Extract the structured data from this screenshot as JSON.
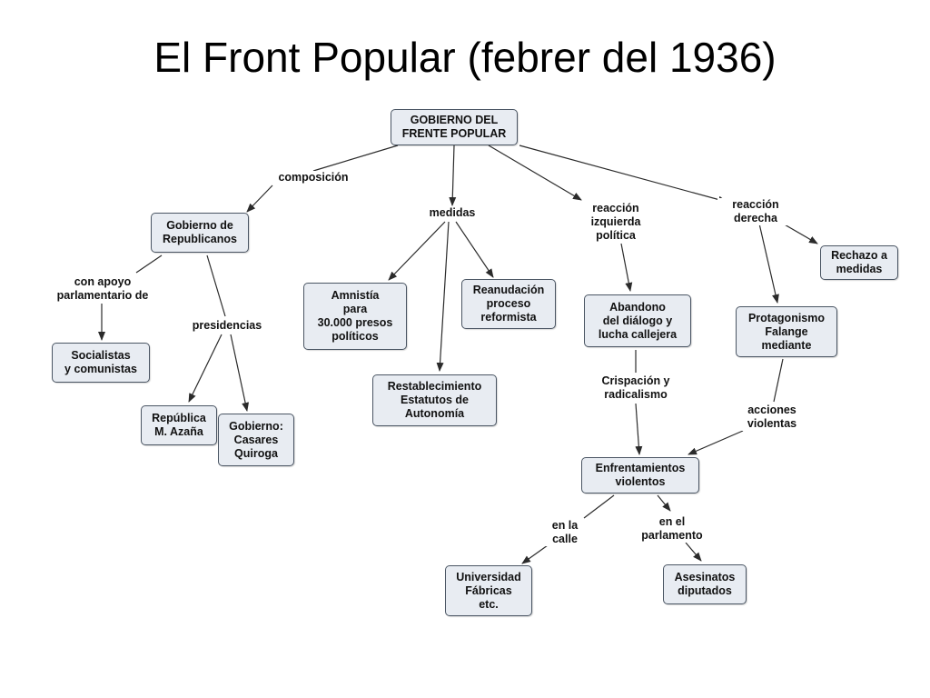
{
  "title": "El Front Popular (febrer del 1936)",
  "colors": {
    "node_fill": "#e8ecf2",
    "node_border": "#4a5563",
    "line": "#2b2b2b",
    "text": "#111111"
  },
  "nodes": {
    "gobierno_frente": "GOBIERNO DEL\nFRENTE POPULAR",
    "gobierno_republicanos": "Gobierno de\nRepublicanos",
    "socialistas_comunistas": "Socialistas\ny comunistas",
    "republica_azana": "República\nM. Azaña",
    "gobierno_casares": "Gobierno:\nCasares\nQuiroga",
    "amnistia": "Amnistía\npara\n30.000 presos\npolíticos",
    "restablecimiento": "Restablecimiento\nEstatutos de\nAutonomía",
    "reanudacion": "Reanudación\nproceso\nreformista",
    "abandono": "Abandono\ndel diálogo y\nlucha callejera",
    "protagonismo": "Protagonismo\nFalange\nmediante",
    "rechazo": "Rechazo a\nmedidas",
    "enfrentamientos": "Enfrentamientos\nviolentos",
    "universidad": "Universidad\nFábricas\netc.",
    "asesinatos": "Asesinatos\ndiputados"
  },
  "links": {
    "composicion": "composición",
    "medidas": "medidas",
    "reaccion_izquierda": "reacción\nizquierda\npolítica",
    "reaccion_derecha": "reacción\nderecha",
    "con_apoyo": "con apoyo\nparlamentario de",
    "presidencias": "presidencias",
    "crispacion": "Crispación y\nradicalismo",
    "acciones_violentas": "acciones\nviolentas",
    "en_la_calle": "en la\ncalle",
    "en_el_parlamento": "en el\nparlamento"
  }
}
